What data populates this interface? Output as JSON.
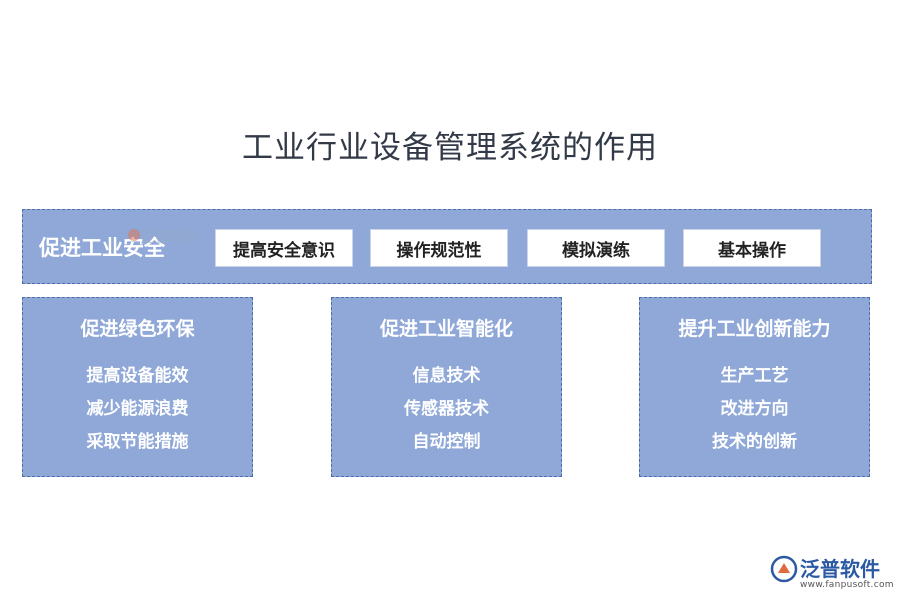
{
  "title": "工业行业设备管理系统的作用",
  "top_section": {
    "label": "促进工业安全",
    "items": [
      "提高安全意识",
      "操作规范性",
      "模拟演练",
      "基本操作"
    ]
  },
  "cards": [
    {
      "title": "促进绿色环保",
      "items": [
        "提高设备能效",
        "减少能源浪费",
        "采取节能措施"
      ]
    },
    {
      "title": "促进工业智能化",
      "items": [
        "信息技术",
        "传感器技术",
        "自动控制"
      ]
    },
    {
      "title": "提升工业创新能力",
      "items": [
        "生产工艺",
        "改进方向",
        "技术的创新"
      ]
    }
  ],
  "watermark": {
    "text": "泛普软件"
  },
  "brand": {
    "name": "泛普软件",
    "url": "www.fanpusoft.com"
  },
  "colors": {
    "panel": "#8fa8d8",
    "border": "#4a6da8",
    "brand": "#2b5aa3"
  }
}
